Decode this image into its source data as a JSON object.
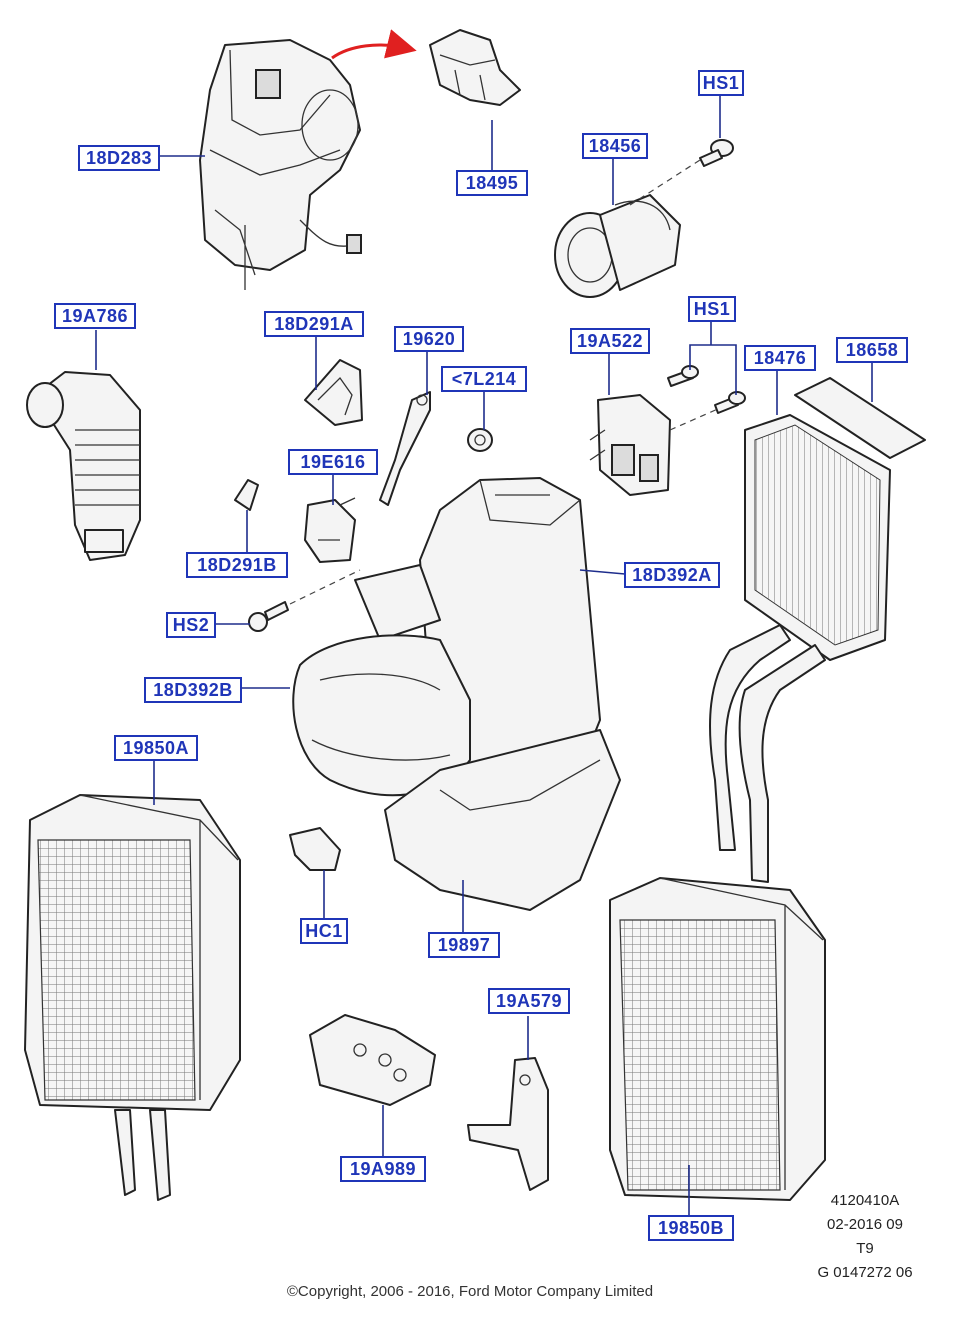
{
  "callouts": {
    "c_18D283": "18D283",
    "c_18495": "18495",
    "c_HS1_top": "HS1",
    "c_18456": "18456",
    "c_19A786": "19A786",
    "c_18D291A": "18D291A",
    "c_19620": "19620",
    "c_7L214": "<7L214",
    "c_19A522": "19A522",
    "c_HS1_mid": "HS1",
    "c_18476": "18476",
    "c_18658": "18658",
    "c_19E616": "19E616",
    "c_18D291B": "18D291B",
    "c_18D392A": "18D392A",
    "c_HS2": "HS2",
    "c_18D392B": "18D392B",
    "c_19850A": "19850A",
    "c_HC1": "HC1",
    "c_19897": "19897",
    "c_19A579": "19A579",
    "c_19A989": "19A989",
    "c_19850B": "19850B"
  },
  "meta": {
    "drawing_no": "4120410A",
    "date": "02-2016 09",
    "code": "T9",
    "ref": "G 0147272 06"
  },
  "copyright": "©Copyright, 2006 - 2016, Ford Motor Company Limited",
  "colors": {
    "callout_blue": "#1f35b8",
    "arrow_red": "#e02020"
  }
}
